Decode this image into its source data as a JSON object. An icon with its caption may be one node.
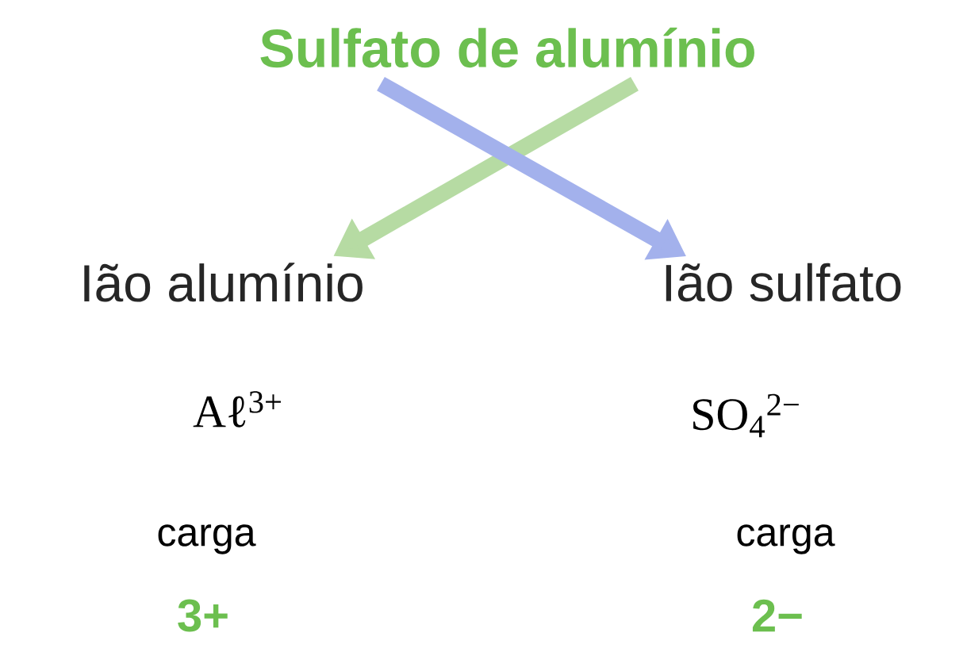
{
  "diagram": {
    "nodes": [
      {
        "text": [
          "Sulfato de alumínio"
        ]
      },
      {
        "text": [
          "Ião alumínio"
        ]
      },
      {
        "text": [
          "Ião sulfato"
        ]
      }
    ],
    "edges": [
      {
        "from": 0,
        "to": 2,
        "arrow": "to",
        "color": "#a3b1ec"
      },
      {
        "from": 0,
        "to": 1,
        "arrow": "to",
        "color": "#b6dba3"
      }
    ],
    "labels": [
      "Aℓ$^{3+}$",
      "SO$_{4}$$^{2−}$",
      "carga",
      "carga",
      "3+",
      "2−"
    ]
  }
}
